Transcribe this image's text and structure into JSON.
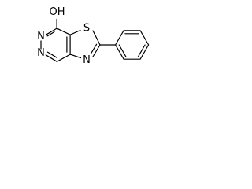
{
  "molecule": {
    "atoms": {
      "oh": "OH",
      "s": "S",
      "n_thiazole": "N",
      "n_upper": "N",
      "n_lower": "N"
    }
  }
}
